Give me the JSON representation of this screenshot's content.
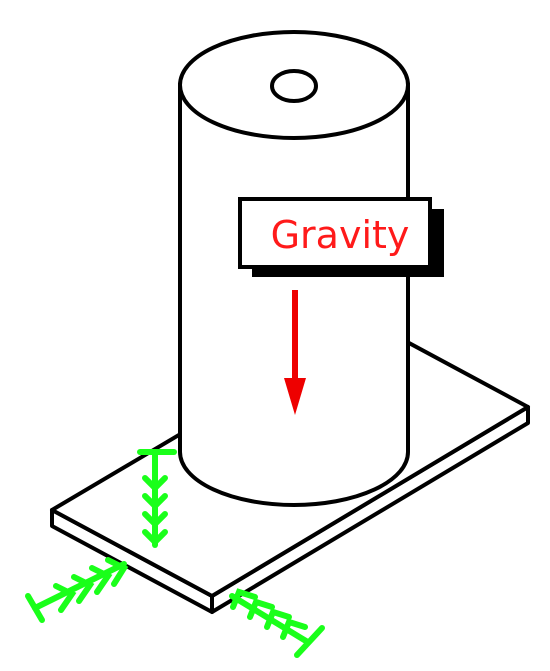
{
  "label": {
    "text": "Gravity"
  },
  "colors": {
    "outline": "#000000",
    "fill": "#ffffff",
    "label_shadow": "#000000",
    "gravity_text": "#ff1a1a",
    "gravity_arrow": "#ee0000",
    "constraints": "#1aff1a"
  },
  "icons": {
    "gravity_arrow": "down-arrow",
    "constraints": "fixed-support-symbol"
  }
}
